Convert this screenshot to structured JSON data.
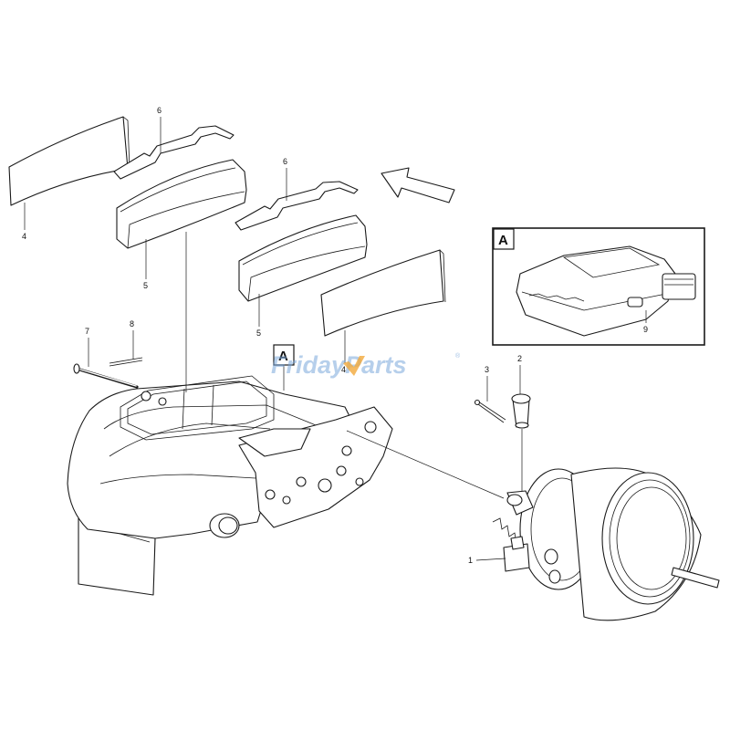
{
  "callouts": {
    "c1": "1",
    "c2": "2",
    "c3": "3",
    "c4a": "4",
    "c4b": "4",
    "c5a": "5",
    "c5b": "5",
    "c6a": "6",
    "c6b": "6",
    "c7": "7",
    "c8": "8",
    "c9": "9"
  },
  "detail": {
    "label": "A",
    "ref_label": "A"
  },
  "watermark": {
    "brand": "FridayParts",
    "registered": "®",
    "colors": {
      "primary": "#7aa7da",
      "accent": "#f2a93b"
    }
  }
}
